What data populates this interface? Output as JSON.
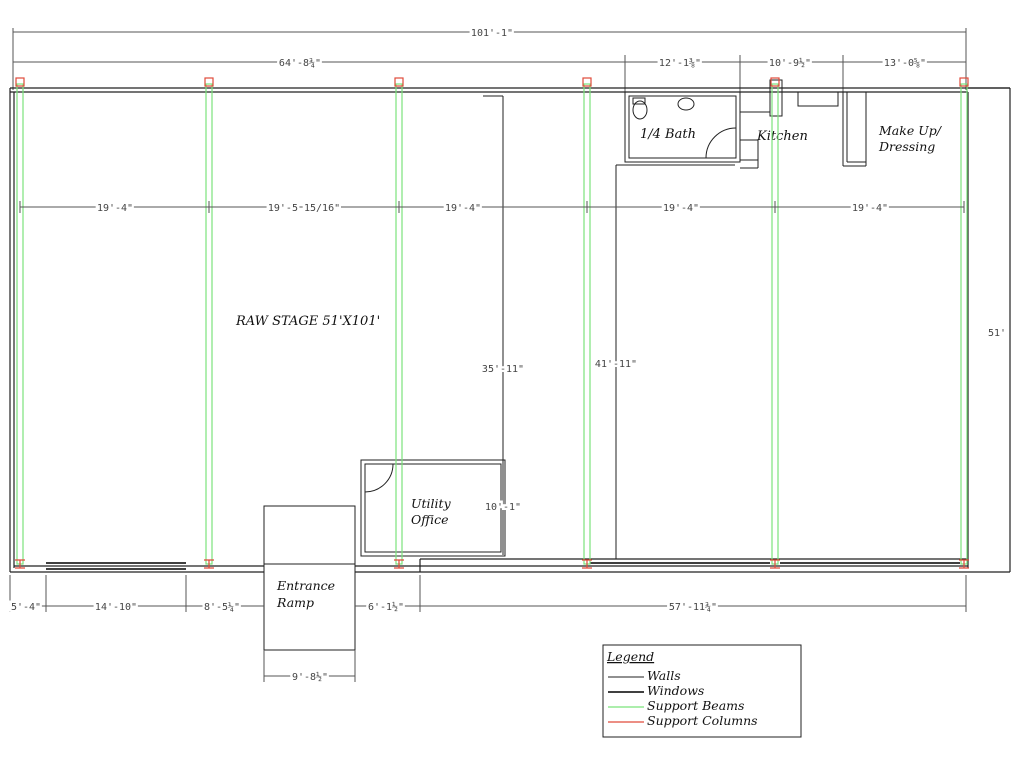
{
  "rooms": {
    "stage": "RAW STAGE 51'X101'",
    "bath": "1/4 Bath",
    "kitchen": "Kitchen",
    "makeup_1": "Make Up/",
    "makeup_2": "Dressing",
    "utility_1": "Utility",
    "utility_2": "Office",
    "entrance_1": "Entrance",
    "entrance_2": "Ramp"
  },
  "dimensions": {
    "overall_width": "101'-1\"",
    "stage_span": "64'-8¾\"",
    "bath_width": "12'-1⅜\"",
    "kitchen_width": "10'-9½\"",
    "makeup_width": "13'-0⅝\"",
    "bay_1": "19'-4\"",
    "bay_2": "19'-5 15/16\"",
    "bay_3": "19'-4\"",
    "bay_4": "19'-4\"",
    "bay_5": "19'-4\"",
    "overall_depth": "51'",
    "mid_depth_a": "35'-11\"",
    "mid_depth_b": "41'-11\"",
    "utility_depth": "10'-1\"",
    "bottom_a": "5'-4\"",
    "bottom_b": "14'-10\"",
    "bottom_c": "8'-5¼\"",
    "bottom_d": "6'-1½\"",
    "bottom_e": "57'-11¾\"",
    "ramp_width": "9'-8½\""
  },
  "legend": {
    "title": "Legend",
    "items": [
      "Walls",
      "Windows",
      "Support Beams",
      "Support Columns"
    ]
  },
  "colors": {
    "wall": "#222222",
    "window": "#000000",
    "beam": "#7be37b",
    "column": "#e04a3a",
    "dimension": "#555555"
  }
}
